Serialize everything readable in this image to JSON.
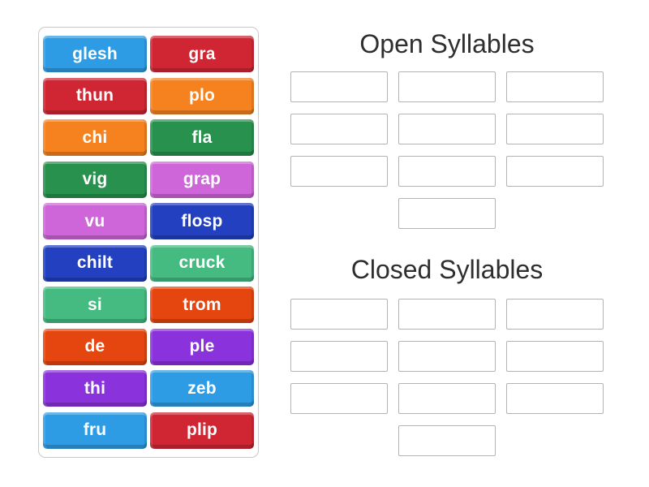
{
  "activity": {
    "kind": "group-sort",
    "background_color": "#ffffff"
  },
  "word_bank": {
    "tiles": [
      {
        "label": "glesh",
        "color": "#2e9ce4"
      },
      {
        "label": "gra",
        "color": "#d02533"
      },
      {
        "label": "thun",
        "color": "#d02533"
      },
      {
        "label": "plo",
        "color": "#f5821f"
      },
      {
        "label": "chi",
        "color": "#f5821f"
      },
      {
        "label": "fla",
        "color": "#27914d"
      },
      {
        "label": "vig",
        "color": "#27914d"
      },
      {
        "label": "grap",
        "color": "#ce66d9"
      },
      {
        "label": "vu",
        "color": "#ce66d9"
      },
      {
        "label": "flosp",
        "color": "#2240c0"
      },
      {
        "label": "chilt",
        "color": "#2240c0"
      },
      {
        "label": "cruck",
        "color": "#45bb82"
      },
      {
        "label": "si",
        "color": "#45bb82"
      },
      {
        "label": "trom",
        "color": "#e5460f"
      },
      {
        "label": "de",
        "color": "#e5460f"
      },
      {
        "label": "ple",
        "color": "#8a32dc"
      },
      {
        "label": "thi",
        "color": "#8a32dc"
      },
      {
        "label": "zeb",
        "color": "#2e9ce4"
      },
      {
        "label": "fru",
        "color": "#2e9ce4"
      },
      {
        "label": "plip",
        "color": "#d02533"
      }
    ]
  },
  "groups": [
    {
      "title": "Open Syllables",
      "slot_count": 10
    },
    {
      "title": "Closed Syllables",
      "slot_count": 10
    }
  ],
  "styles": {
    "tile_text_color": "#ffffff",
    "panel_border_color": "#c9c9c9",
    "slot_border_color": "#b3b3b3",
    "heading_color": "#2e2e2e"
  }
}
